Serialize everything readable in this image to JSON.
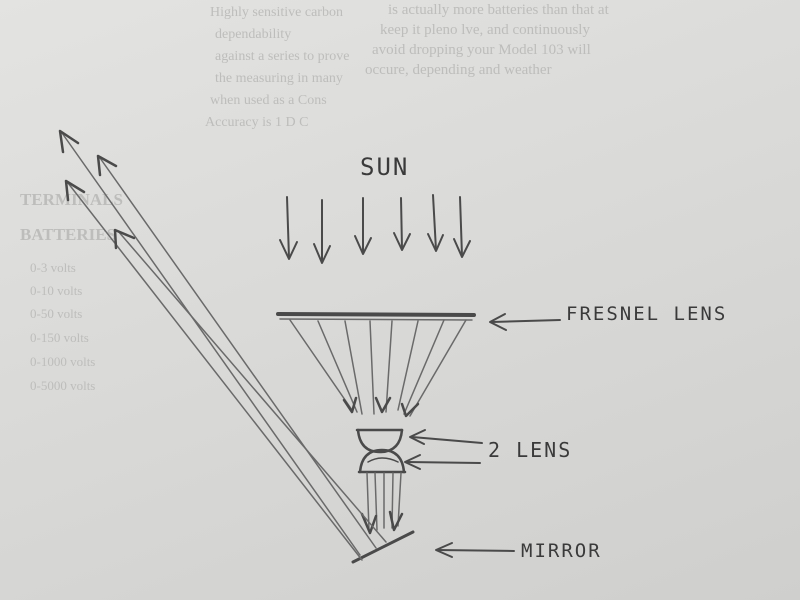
{
  "labels": {
    "sun": "SUN",
    "fresnel_lens": "FRESNEL LENS",
    "two_lens": "2 LENS",
    "mirror": "MIRROR"
  },
  "bleed_through": {
    "lines": [
      "is actually more batteries than that at",
      "keep it pleno lve, and continuously",
      "avoid dropping your Model 103 will",
      "occure, depending and weather"
    ],
    "right_column": [
      "Highly sensitive carbon",
      "dependability",
      "against a series to prove",
      "the measuring in many",
      "when used as a Cons",
      "Accuracy is 1 D C"
    ],
    "left_table_header": [
      "TERMINALS",
      "BATTERIES"
    ],
    "left_table_rows": [
      "0-3 volts",
      "0-10 volts",
      "0-50 volts",
      "0-150 volts",
      "0-1000 volts",
      "0-5000 volts"
    ]
  }
}
